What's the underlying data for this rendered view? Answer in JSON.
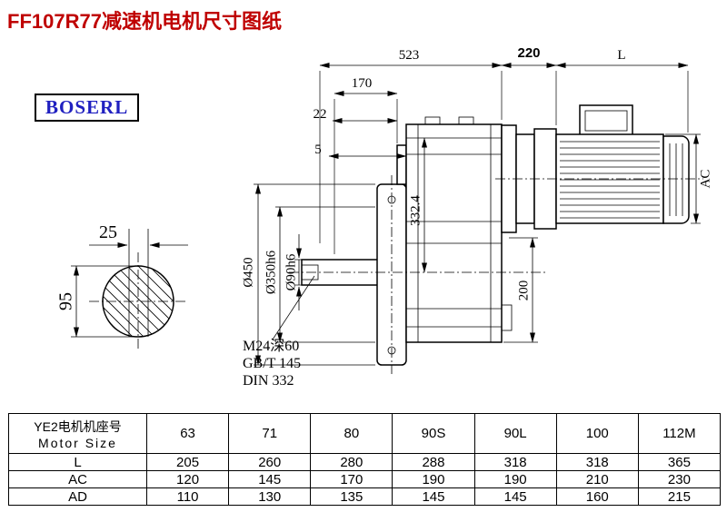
{
  "page": {
    "title": "FF107R77减速机电机尺寸图纸",
    "brand": "BOSERL"
  },
  "drawing": {
    "dims": {
      "len_total": "523",
      "len_220": "220",
      "len_L": "L",
      "len_170": "170",
      "len_22": "22",
      "len_5": "5",
      "shaft_key_25": "25",
      "shaft_95": "95",
      "motor_AC": "AC",
      "height_332_4": "332.4",
      "height_200": "200",
      "dia_450": "Ø450",
      "dia_350": "Ø350h6",
      "dia_90": "Ø90h6",
      "thread_note": "M24深60",
      "std_note1": "GB/T 145",
      "std_note2": "DIN 332"
    }
  },
  "table": {
    "header_cn": "YE2电机机座号",
    "header_en": "Motor Size",
    "sizes": [
      "63",
      "71",
      "80",
      "90S",
      "90L",
      "100",
      "112M"
    ],
    "rows": [
      {
        "label": "L",
        "values": [
          "205",
          "260",
          "280",
          "288",
          "318",
          "318",
          "365"
        ]
      },
      {
        "label": "AC",
        "values": [
          "120",
          "145",
          "170",
          "190",
          "190",
          "210",
          "230"
        ]
      },
      {
        "label": "AD",
        "values": [
          "110",
          "130",
          "135",
          "145",
          "145",
          "160",
          "215"
        ]
      }
    ]
  }
}
